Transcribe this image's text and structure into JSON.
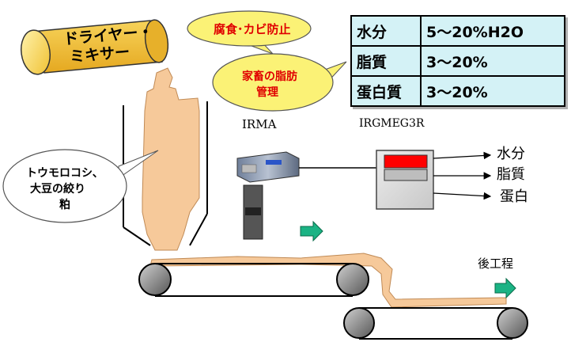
{
  "dryer_label_1": "ドライヤー・",
  "dryer_label_2": "ミキサー",
  "bubble_corrosion": "腐食･カビ防止",
  "bubble_livestock_1": "家畜の脂肪",
  "bubble_livestock_2": "管理",
  "bubble_material_1": "トウモロコシ、",
  "bubble_material_2": "大豆の絞り",
  "bubble_material_3": "粕",
  "sensor_label": "IRMA",
  "controller_label": "IRGMEG3R",
  "outputs": [
    "水分",
    "脂質",
    "蛋白"
  ],
  "next_process": "後工程",
  "table": [
    {
      "name": "水分",
      "value": "5～20%H2O"
    },
    {
      "name": "脂質",
      "value": "3～20%"
    },
    {
      "name": "蛋白質",
      "value": "3～20%"
    }
  ],
  "colors": {
    "dryer": "#f3c23a",
    "bubble": "#fbf276",
    "material": "#f6c99a",
    "table_bg": "#d4f2f6",
    "arrow": "#1bb384",
    "controller_display": "#ff0000"
  }
}
